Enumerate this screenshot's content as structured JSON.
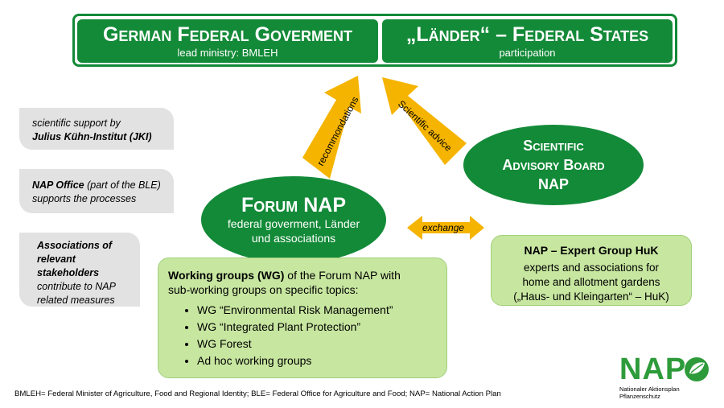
{
  "top": {
    "federal": {
      "title": "German Federal Goverment",
      "subtitle": "lead ministry: BMLEH"
    },
    "laender": {
      "title": "„Länder“ – Federal States",
      "subtitle": "participation"
    }
  },
  "notes": [
    {
      "line1": "scientific support by",
      "line2": "Julius Kühn-Institut (JKI)"
    },
    {
      "bold_part": "NAP Office",
      "rest": " (part of the BLE)",
      "line2": "supports the processes"
    },
    {
      "line1": "Associations of",
      "line2": "relevant",
      "line3": "stakeholders",
      "line4": "contribute to NAP",
      "line5": "related measures"
    }
  ],
  "forum": {
    "title": "Forum NAP",
    "line1": "federal goverment, Länder",
    "line2": "und associations"
  },
  "board": {
    "line1": "Scientific",
    "line2": "Advisory Board",
    "line3": "NAP"
  },
  "arrows": {
    "recommendations": "recommondations",
    "scientific_advice": "Scientific advice",
    "exchange": "exchange"
  },
  "working_groups": {
    "bold_part": "Working groups (WG)",
    "intro_rest": " of the Forum NAP with",
    "intro_line2": "sub-working groups on specific topics:",
    "items": [
      "WG “Environmental Risk Management”",
      "WG “Integrated Plant Protection”",
      "WG Forest",
      "Ad hoc working groups"
    ]
  },
  "expert_group": {
    "title": "NAP – Expert Group HuK",
    "line1": "experts and associations for",
    "line2": "home and allotment gardens",
    "line3": "(„Haus- und Kleingarten“ – HuK)"
  },
  "footnote": "BMLEH= Federal Minister of Agriculture, Food and Regional Identity; BLE=  Federal Office for Agriculture and Food; NAP= National Action Plan",
  "logo": {
    "wordmark": "NAP",
    "line1": "Nationaler Aktionsplan",
    "line2": "Pflanzenschutz"
  },
  "colors": {
    "dark_green": "#138a38",
    "light_green": "#c7e6a0",
    "arrow_orange": "#f5b400",
    "note_gray": "#e2e2e2"
  }
}
